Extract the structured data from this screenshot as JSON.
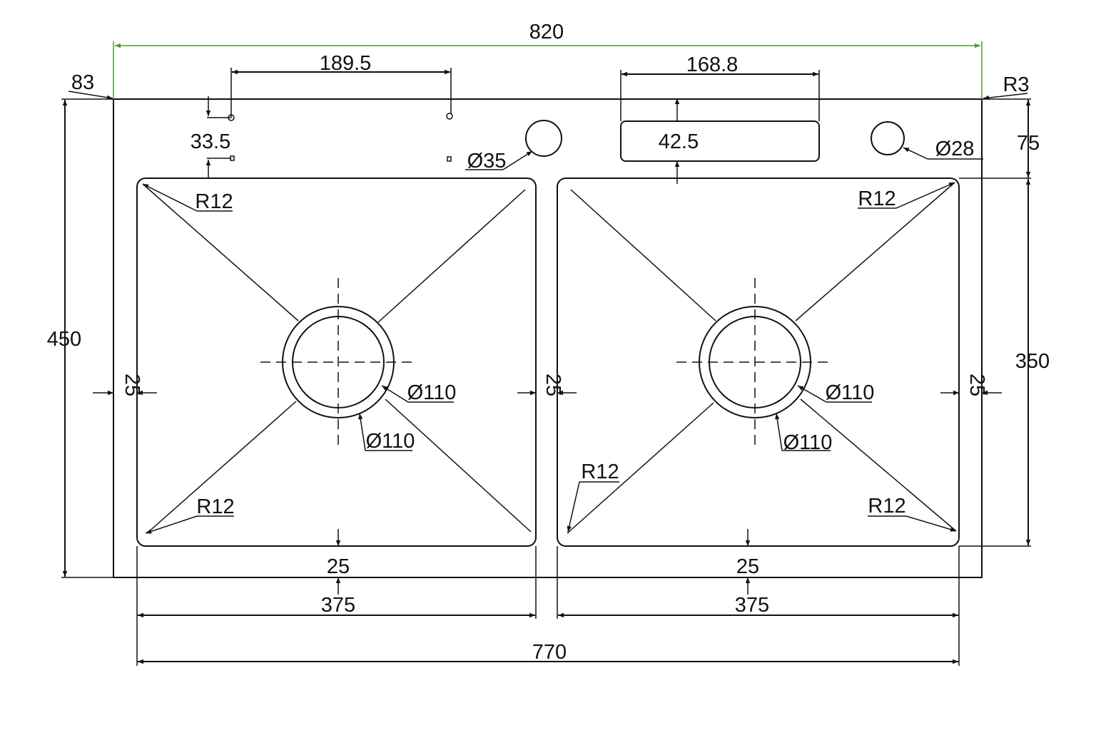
{
  "drawing": {
    "overall_width": "820",
    "edge_offset": "83",
    "tap_hole_spacing": "189.5",
    "slot_width": "168.8",
    "corner_radius_outer": "R3",
    "tap_hole_offset": "33.5",
    "faucet_hole": "Ø35",
    "slot_offset": "42.5",
    "soap_hole": "Ø28",
    "top_margin": "75",
    "overall_depth": "450",
    "bowl_depth": "350",
    "side_gap_left": "25",
    "side_gap_middle": "25",
    "side_gap_right": "25",
    "bottom_margin_left": "25",
    "bottom_margin_right": "25",
    "bowl_width_left": "375",
    "bowl_width_right": "375",
    "total_bowls_width": "770",
    "left_bowl": {
      "r_top_left": "R12",
      "r_bottom_left": "R12",
      "drain_outer": "Ø110",
      "drain_inner": "Ø110"
    },
    "right_bowl": {
      "r_top_right": "R12",
      "r_bottom_left": "R12",
      "r_bottom_right": "R12",
      "drain_outer": "Ø110",
      "drain_inner": "Ø110"
    },
    "accent_color": "#4a9a2a"
  }
}
